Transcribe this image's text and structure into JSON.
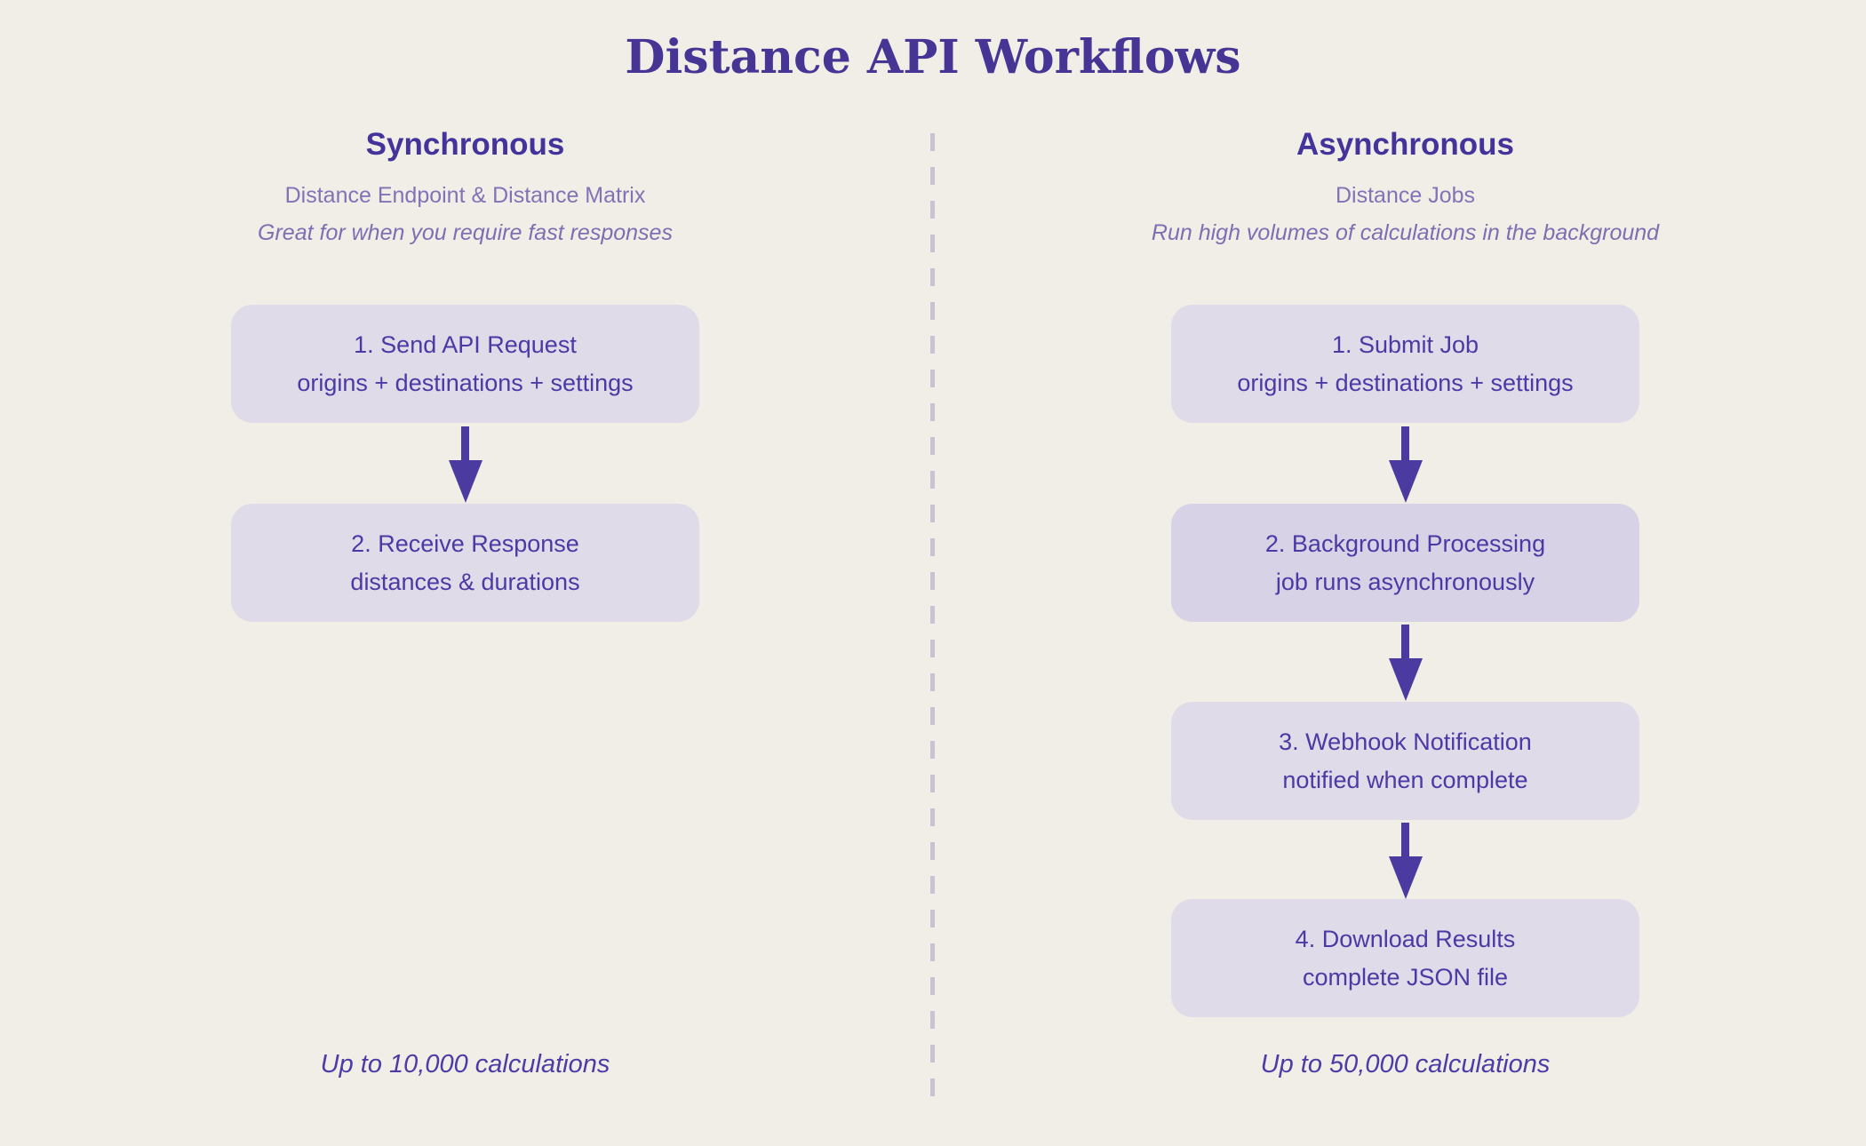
{
  "title": "Distance API Workflows",
  "colors": {
    "bg": "#f1eee7",
    "box": "#dfdbe8",
    "box-highlight": "#d7d2e5",
    "title": "#463594",
    "heading": "#43339a",
    "subtitle": "#8073b6",
    "tagline": "#7c6fb2",
    "step-text": "#4b3aa5",
    "footnote": "#4e3ca6",
    "arrow": "#4b3aa0",
    "divider": "#c8c2d3"
  },
  "columns": [
    {
      "heading": "Synchronous",
      "subtitle": "Distance Endpoint & Distance Matrix",
      "tagline": "Great for when you require fast responses",
      "footnote": "Up to 10,000 calculations",
      "steps": [
        {
          "title": "1. Send API Request",
          "subtitle": "origins + destinations + settings"
        },
        {
          "title": "2. Receive Response",
          "subtitle": "distances & durations"
        }
      ]
    },
    {
      "heading": "Asynchronous",
      "subtitle": "Distance Jobs",
      "tagline": "Run high volumes of calculations in the background",
      "footnote": "Up to 50,000 calculations",
      "steps": [
        {
          "title": "1. Submit Job",
          "subtitle": "origins + destinations + settings"
        },
        {
          "title": "2. Background Processing",
          "subtitle": "job runs asynchronously"
        },
        {
          "title": "3. Webhook Notification",
          "subtitle": "notified when complete"
        },
        {
          "title": "4. Download Results",
          "subtitle": "complete JSON file"
        }
      ]
    }
  ]
}
